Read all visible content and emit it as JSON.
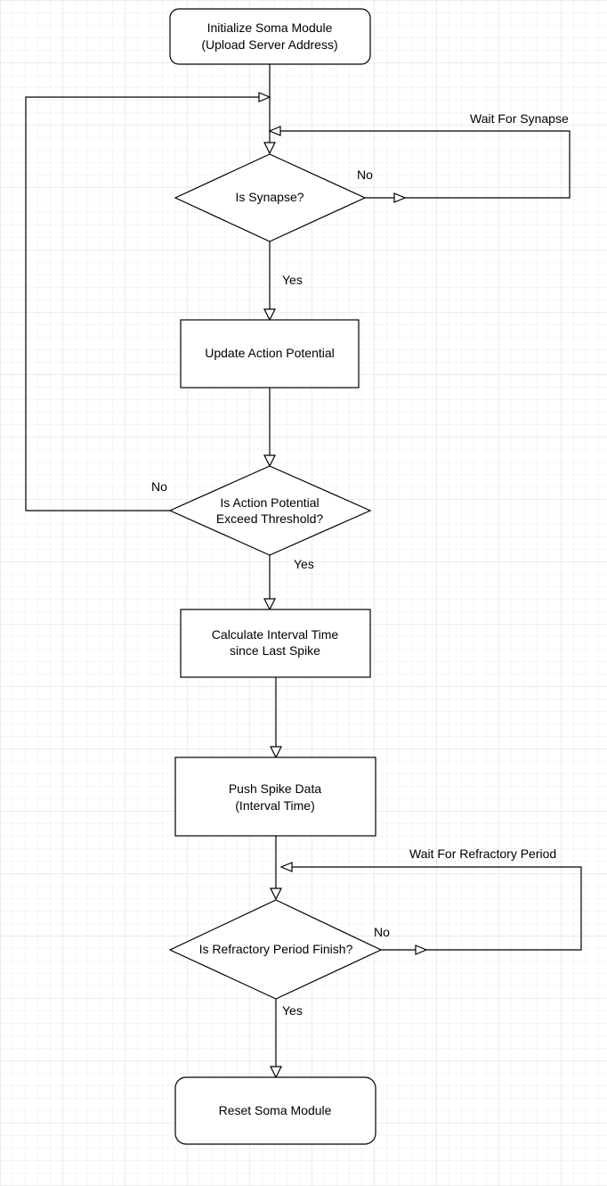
{
  "nodes": {
    "init": {
      "lines": [
        "Initialize Soma Module",
        "(Upload Server Address)"
      ]
    },
    "is_synapse": {
      "lines": [
        "Is Synapse?"
      ]
    },
    "update_ap": {
      "lines": [
        "Update Action Potential"
      ]
    },
    "is_exceed": {
      "lines": [
        "Is Action Potential",
        "Exceed Threshold?"
      ]
    },
    "calc_interval": {
      "lines": [
        "Calculate Interval Time",
        "since Last Spike"
      ]
    },
    "push_spike": {
      "lines": [
        "Push Spike Data",
        "(Interval Time)"
      ]
    },
    "is_refractory": {
      "lines": [
        "Is Refractory Period Finish?"
      ]
    },
    "reset": {
      "lines": [
        "Reset Soma Module"
      ]
    }
  },
  "edge_labels": {
    "wait_synapse": "Wait For Synapse",
    "synapse_no": "No",
    "synapse_yes": "Yes",
    "exceed_no": "No",
    "exceed_yes": "Yes",
    "wait_refractory": "Wait For Refractory Period",
    "refractory_no": "No",
    "refractory_yes": "Yes"
  }
}
